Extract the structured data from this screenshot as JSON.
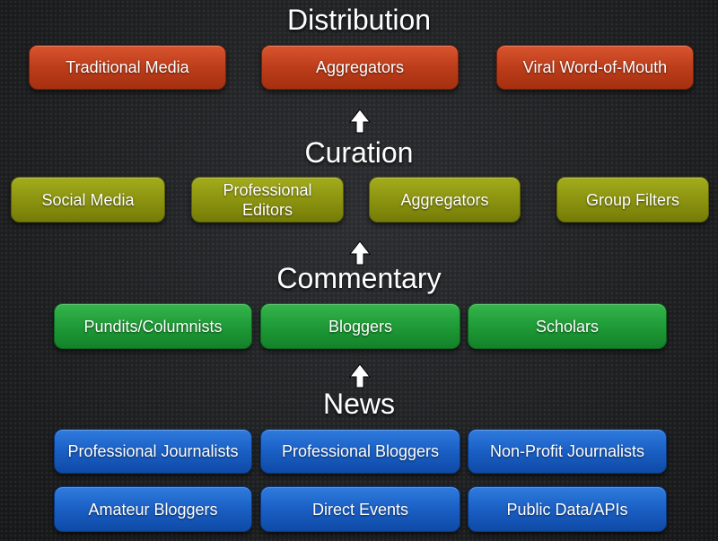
{
  "distribution": {
    "title": "Distribution",
    "items": [
      "Traditional Media",
      "Aggregators",
      "Viral Word-of-Mouth"
    ]
  },
  "curation": {
    "title": "Curation",
    "items": [
      "Social Media",
      "Professional Editors",
      "Aggregators",
      "Group Filters"
    ]
  },
  "commentary": {
    "title": "Commentary",
    "items": [
      "Pundits/Columnists",
      "Bloggers",
      "Scholars"
    ]
  },
  "news": {
    "title": "News",
    "row1": [
      "Professional Journalists",
      "Professional Bloggers",
      "Non-Profit Journalists"
    ],
    "row2": [
      "Amateur Bloggers",
      "Direct Events",
      "Public Data/APIs"
    ]
  },
  "colors": {
    "distribution": "#bd3d1b",
    "curation": "#8c9410",
    "commentary": "#1f9b37",
    "news": "#1a5fc4"
  },
  "icons": [
    "up-arrow-icon",
    "up-arrow-icon",
    "up-arrow-icon"
  ]
}
